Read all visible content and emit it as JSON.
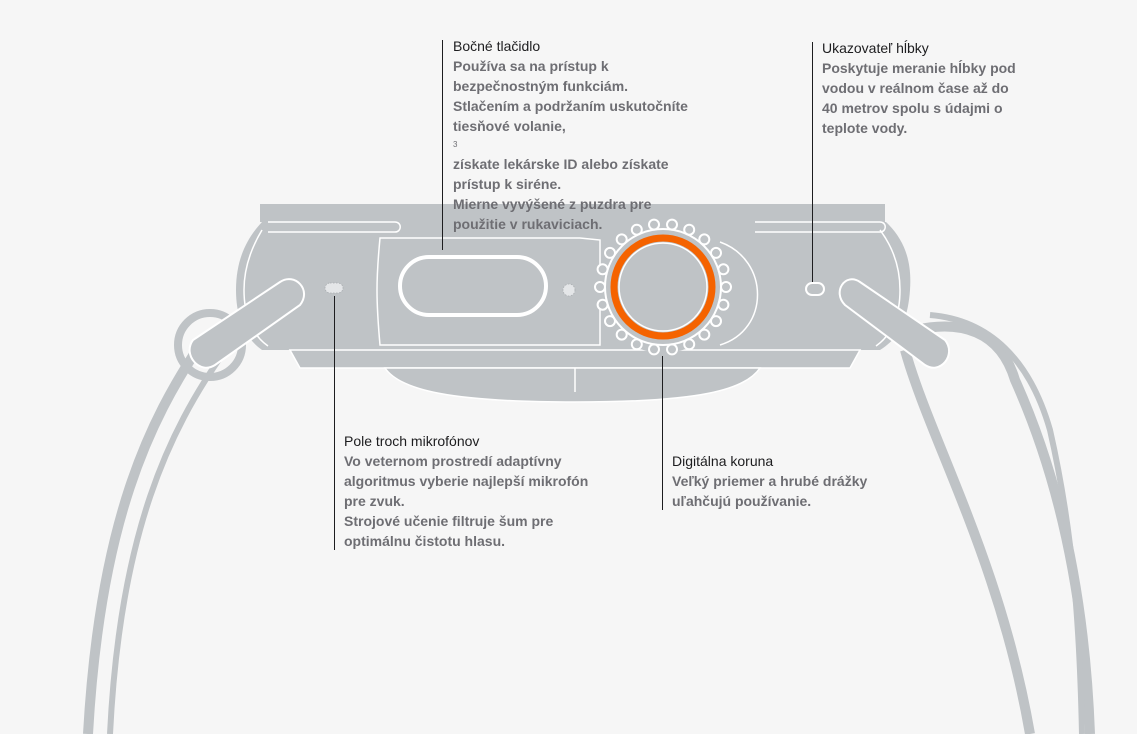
{
  "colors": {
    "background": "#f6f6f6",
    "body": "#bfc3c6",
    "outline": "#ffffff",
    "accent": "#f56300",
    "text_title": "#1d1d1f",
    "text_body": "#6e6e73"
  },
  "callouts": {
    "side_button": {
      "title": "Bočné tlačidlo",
      "lines": [
        "Používa sa na prístup k",
        "bezpečnostným funkciám.",
        "Stlačením a podržaním uskutočníte",
        "tiesňové volanie,"
      ],
      "footnote": "3",
      "lines2": [
        "získate lekárske ID alebo získate",
        "prístup k siréne.",
        "Mierne vyvýšené z puzdra pre",
        "použitie v rukaviciach."
      ]
    },
    "depth_gauge": {
      "title": "Ukazovateľ hĺbky",
      "lines": [
        "Poskytuje meranie hĺbky pod",
        "vodou v reálnom čase až do",
        "40 metrov spolu s údajmi o",
        "teplote vody."
      ]
    },
    "microphones": {
      "title": "Pole troch mikrofónov",
      "lines": [
        "Vo veternom prostredí adaptívny",
        "algoritmus vyberie najlepší mikrofón",
        "pre zvuk.",
        "Strojové učenie filtruje šum pre",
        "optimálnu čistotu hlasu."
      ]
    },
    "digital_crown": {
      "title": "Digitálna koruna",
      "lines": [
        "Veľký priemer a hrubé drážky",
        "uľahčujú používanie."
      ]
    }
  }
}
